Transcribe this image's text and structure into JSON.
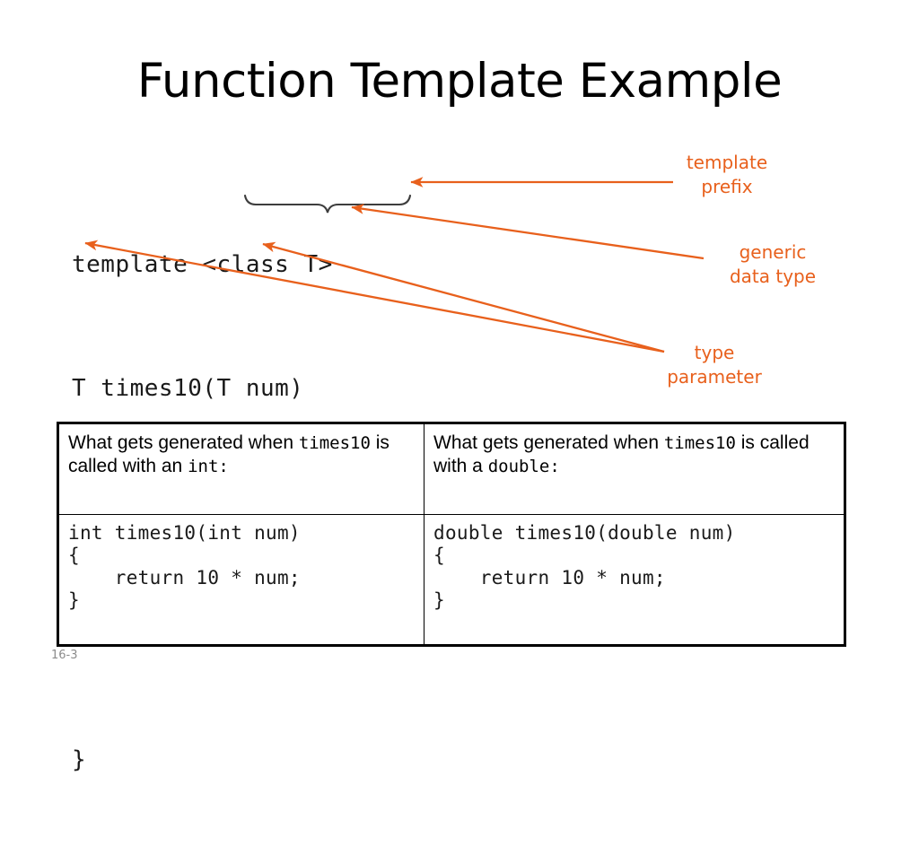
{
  "slide": {
    "title": "Function Template Example",
    "slide_number": "16-3",
    "accent_color": "#E8601C",
    "text_color": "#000000",
    "background_color": "#FFFFFF"
  },
  "code_block": {
    "lines": [
      "template <class T>",
      "T times10(T num)",
      "{",
      "     return 10 * num;",
      "}"
    ]
  },
  "annotations": [
    {
      "id": "template-prefix",
      "label": "template\nprefix",
      "points_to": "template <class T>"
    },
    {
      "id": "generic-data-type",
      "label": "generic\ndata type",
      "points_to": "class T"
    },
    {
      "id": "type-parameter",
      "label": "type\nparameter",
      "points_to": "T"
    }
  ],
  "table": {
    "headers": [
      {
        "part1": "What gets generated when ",
        "code1": "times10",
        "part2": " is called with an ",
        "code2": "int",
        "part3": ":"
      },
      {
        "part1": "What gets generated when ",
        "code1": "times10",
        "part2": " is called with a ",
        "code2": "double",
        "part3": ":"
      }
    ],
    "cells": [
      "int times10(int num)\n{\n    return 10 * num;\n}",
      "double times10(double num)\n{\n    return 10 * num;\n}"
    ]
  }
}
